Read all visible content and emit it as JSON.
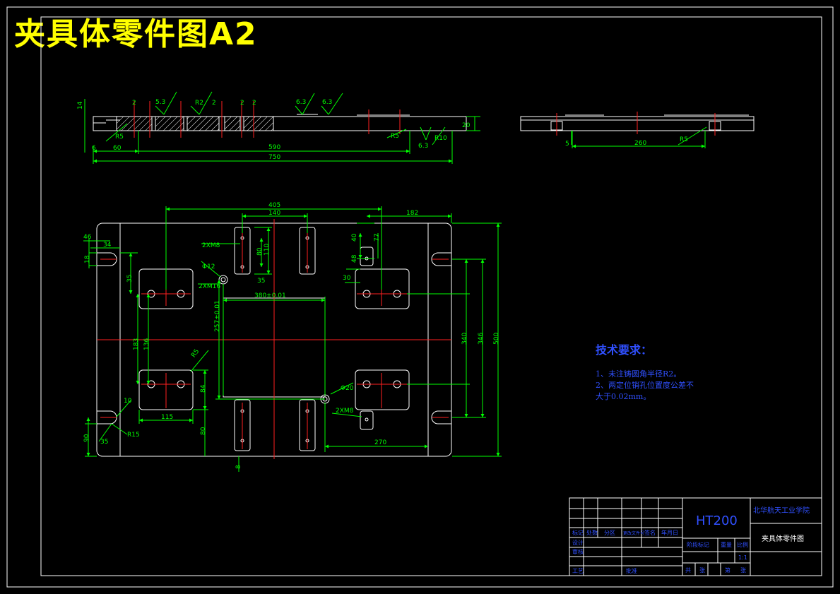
{
  "drawing_title": "夹具体零件图A2",
  "technical_requirements": {
    "heading": "技术要求：",
    "items": [
      "1、未注铸圆角半径R2。",
      "2、两定位销孔位置度公差不",
      "大于0.02mm。"
    ]
  },
  "title_block": {
    "material": "HT200",
    "school": "北华航天工业学院",
    "part_name": "夹具体零件图",
    "scale": "1:1",
    "row_labels": [
      "设计",
      "审核",
      "工艺",
      "标记",
      "处数",
      "分区",
      "更改文件号",
      "签名",
      "年月日",
      "阶段标记",
      "重量",
      "比例",
      "共",
      "张",
      "第",
      "张",
      "批准"
    ]
  },
  "dimensions": {
    "front_view": [
      "14",
      "2",
      "5.3",
      "R2",
      "2",
      "2",
      "2",
      "6.3",
      "6.3",
      "R5",
      "R5",
      "6",
      "R10",
      "60",
      "590",
      "750",
      "20",
      "6.3"
    ],
    "side_view": [
      "5",
      "260",
      "R5"
    ],
    "plan_view": [
      "405",
      "140",
      "182",
      "46",
      "34",
      "18",
      "35",
      "2XM8",
      "80",
      "110",
      "35",
      "Φ12",
      "2XM16",
      "380±0.01",
      "40",
      "48",
      "77",
      "30",
      "257±0.01",
      "340",
      "346",
      "500",
      "183",
      "136",
      "R5",
      "84",
      "10",
      "115",
      "R15",
      "80",
      "Φ20",
      "2XM8",
      "270",
      "35",
      "90",
      "8"
    ]
  },
  "colors": {
    "outline": "#ffffff",
    "dimension": "#00ff00",
    "centerline": "#ff2020",
    "title": "#ffff00",
    "notes": "#3050ff",
    "hatch": "#ffffff"
  }
}
